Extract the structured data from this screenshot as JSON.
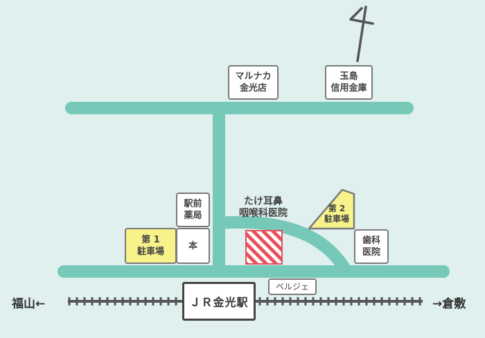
{
  "north_symbol": "4",
  "landmarks": {
    "marunaka": [
      "マルナカ",
      "金光店"
    ],
    "tamashima": [
      "玉島",
      "信用金庫"
    ],
    "yakkyoku": [
      "駅前",
      "薬局"
    ],
    "honten": [
      "本"
    ],
    "dental": [
      "歯科",
      "医院"
    ],
    "clinic": [
      "たけ耳鼻",
      "咽喉科医院"
    ]
  },
  "parking": {
    "p1": [
      "第 1",
      "駐車場"
    ],
    "p2": [
      "第 2",
      "駐車場"
    ]
  },
  "station": {
    "name": "ＪＲ金光駅",
    "nearby": "ベルジェ"
  },
  "directions": {
    "west": "福山←",
    "east": "→倉敷"
  },
  "colors": {
    "background": "#dff0ee",
    "road": "#76c8b8",
    "parking": "#f7f38a",
    "clinic_stripe": "#e8505b",
    "railway": "#555555"
  }
}
